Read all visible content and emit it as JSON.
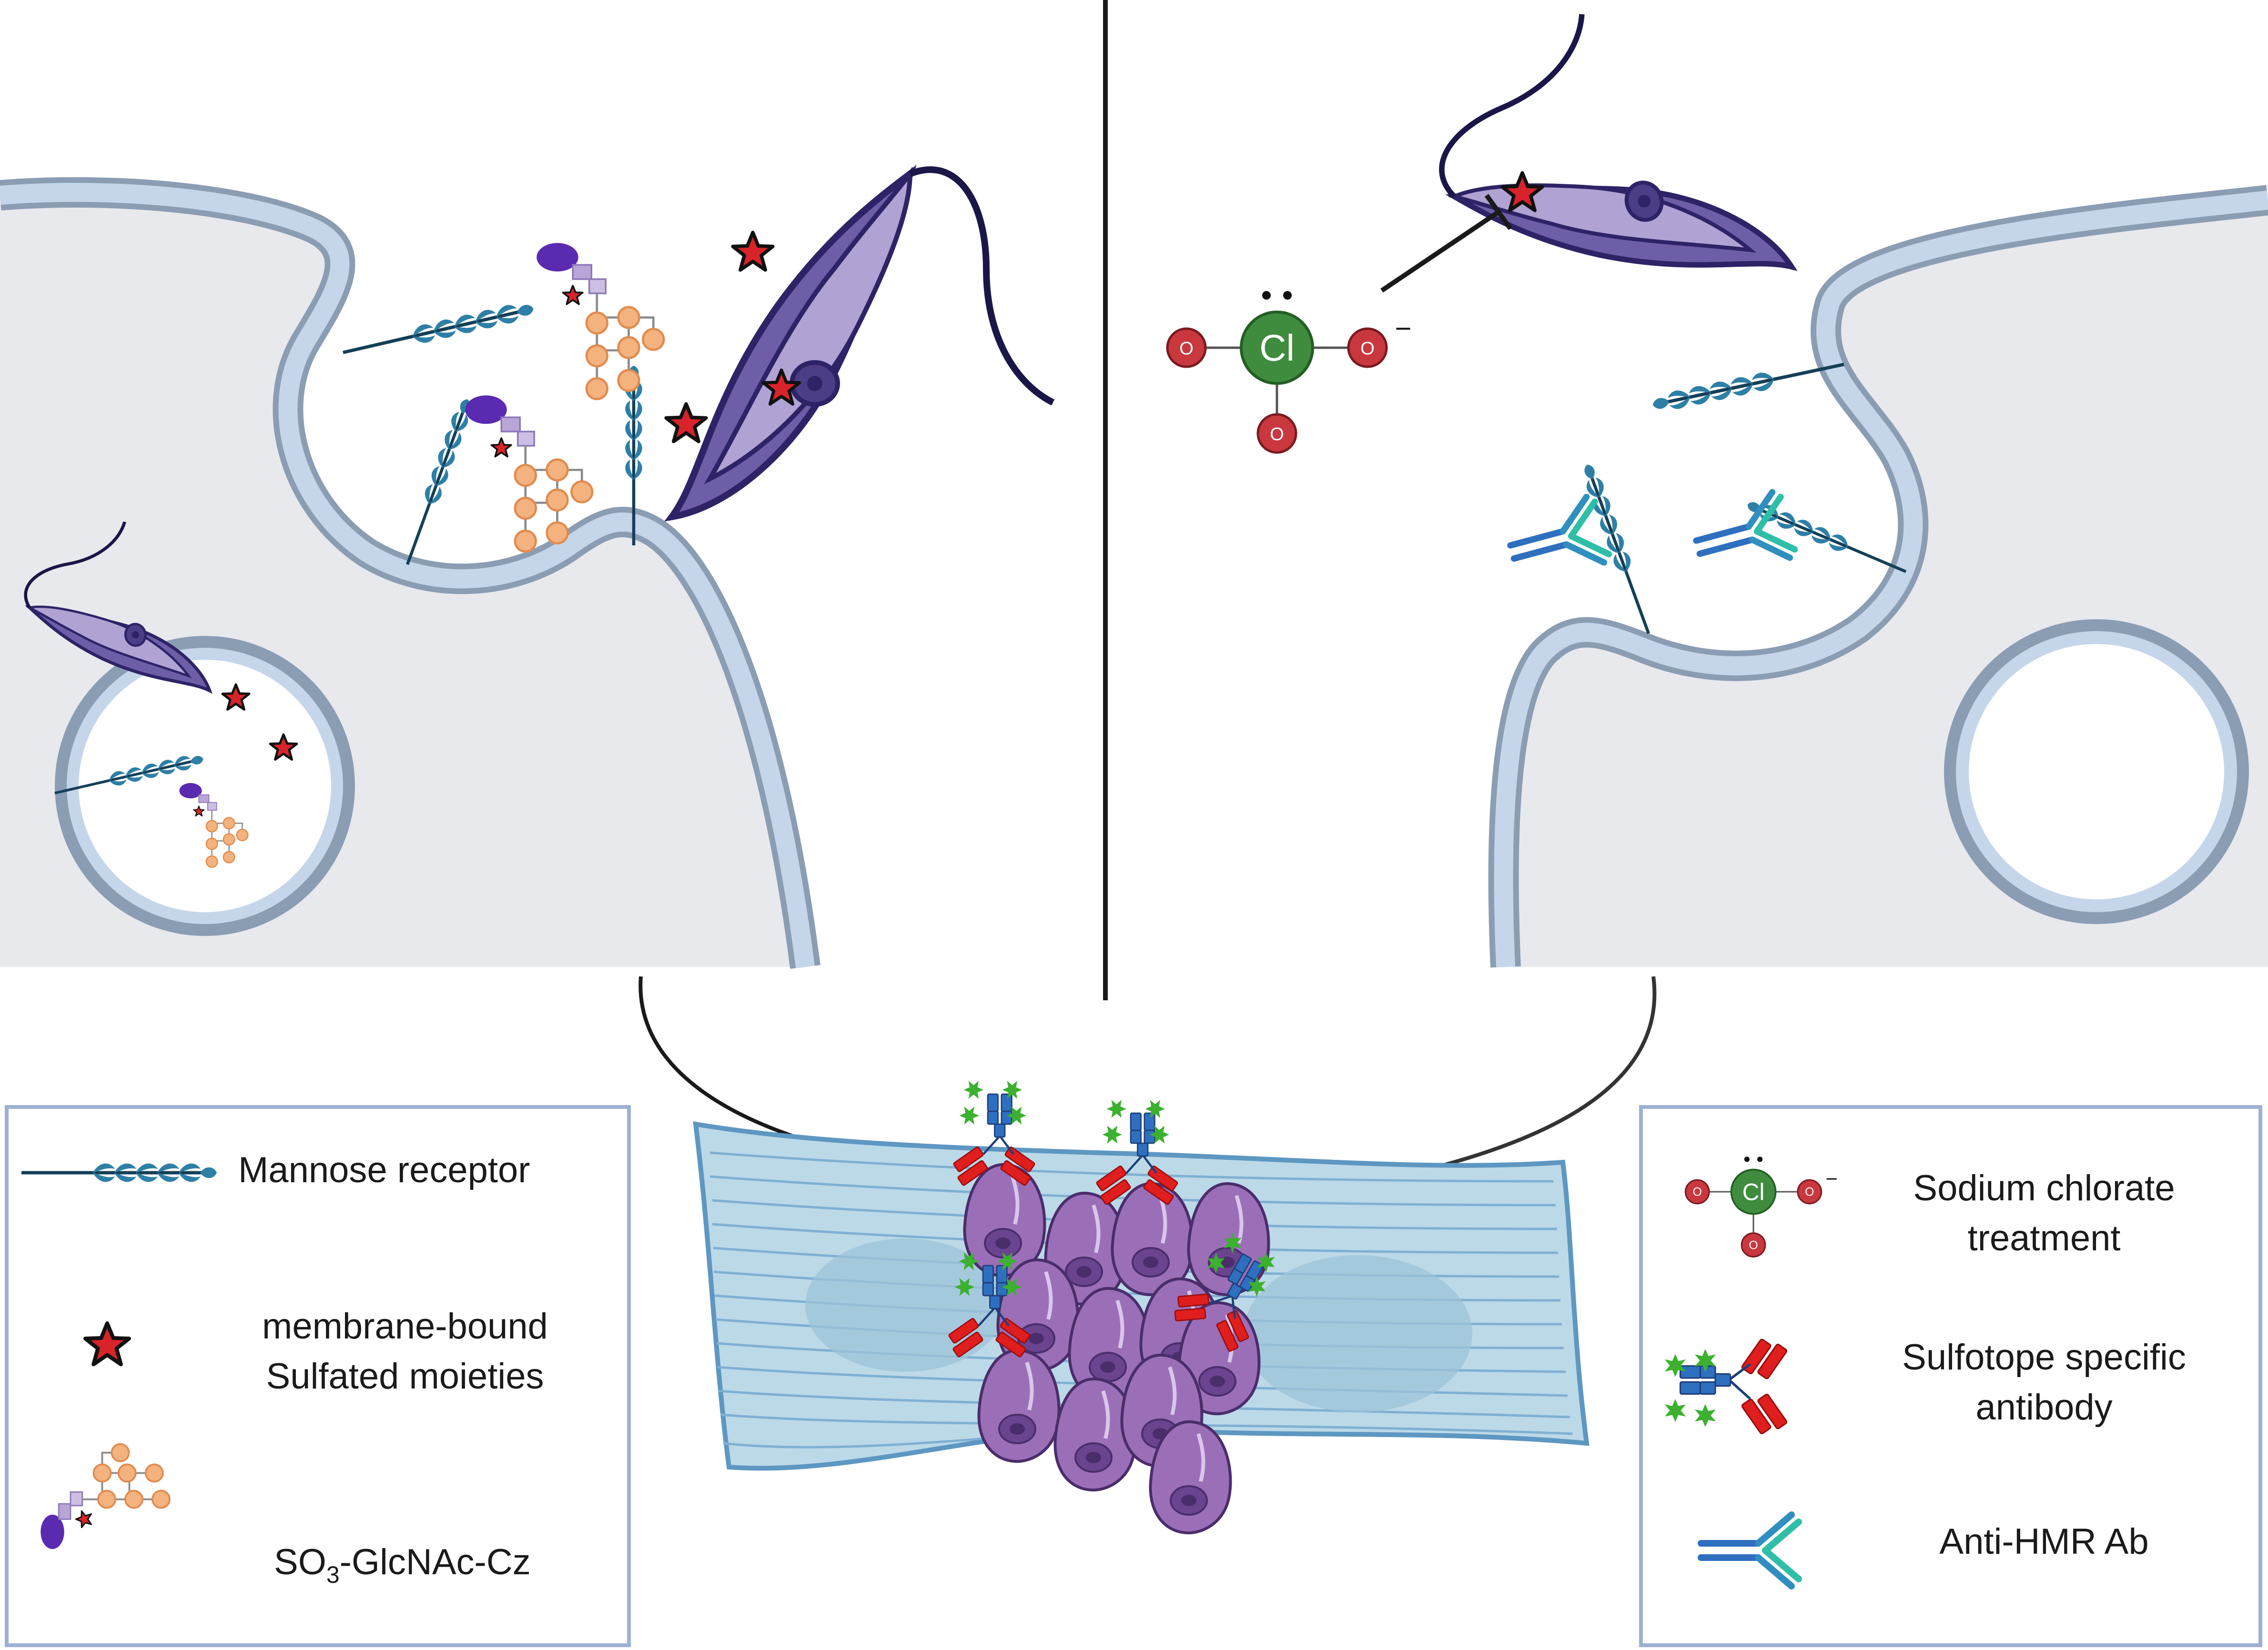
{
  "atoms": {
    "chlorine": "Cl",
    "oxygen": "O",
    "charge": "−"
  },
  "legend_left": {
    "mannose_receptor": "Mannose receptor",
    "sulfated_line1": "membrane-bound",
    "sulfated_line2": "Sulfated moieties",
    "glcnac_prefix": "SO",
    "glcnac_sub": "3",
    "glcnac_suffix": "-GlcNAc-Cz"
  },
  "legend_right": {
    "chlorate_line1": "Sodium chlorate",
    "chlorate_line2": "treatment",
    "sulfotope_line1": "Sulfotope specific",
    "sulfotope_line2": "antibody",
    "anti_hmr": "Anti-HMR Ab"
  },
  "colors": {
    "cell_fill": "#e8e9ed",
    "membrane_outer": "#8a9db3",
    "membrane_inner": "#c5d6ea",
    "receptor": "#2e7fa6",
    "parasite": "#6e5ea8",
    "parasite_light": "#b0a3d3",
    "star": "#d8232a",
    "sugar": "#f4b27f",
    "chlorine": "#3f8c3e",
    "oxygen": "#c8383e",
    "sulfo_ab": "#e01e1e",
    "anti_hmr_ab": "#2f6fbf",
    "muscle": "#bcd9e8",
    "amastigote": "#9b6fb8",
    "legend_border": "#9eb0d3"
  },
  "icons": [
    "mannose-receptor-icon",
    "sulfated-star-icon",
    "glcnac-cz-icon",
    "trypomastigote-icon",
    "sodium-chlorate-icon",
    "sulfotope-antibody-icon",
    "anti-hmr-antibody-icon",
    "cardiomyocyte-icon",
    "amastigote-cluster-icon"
  ]
}
